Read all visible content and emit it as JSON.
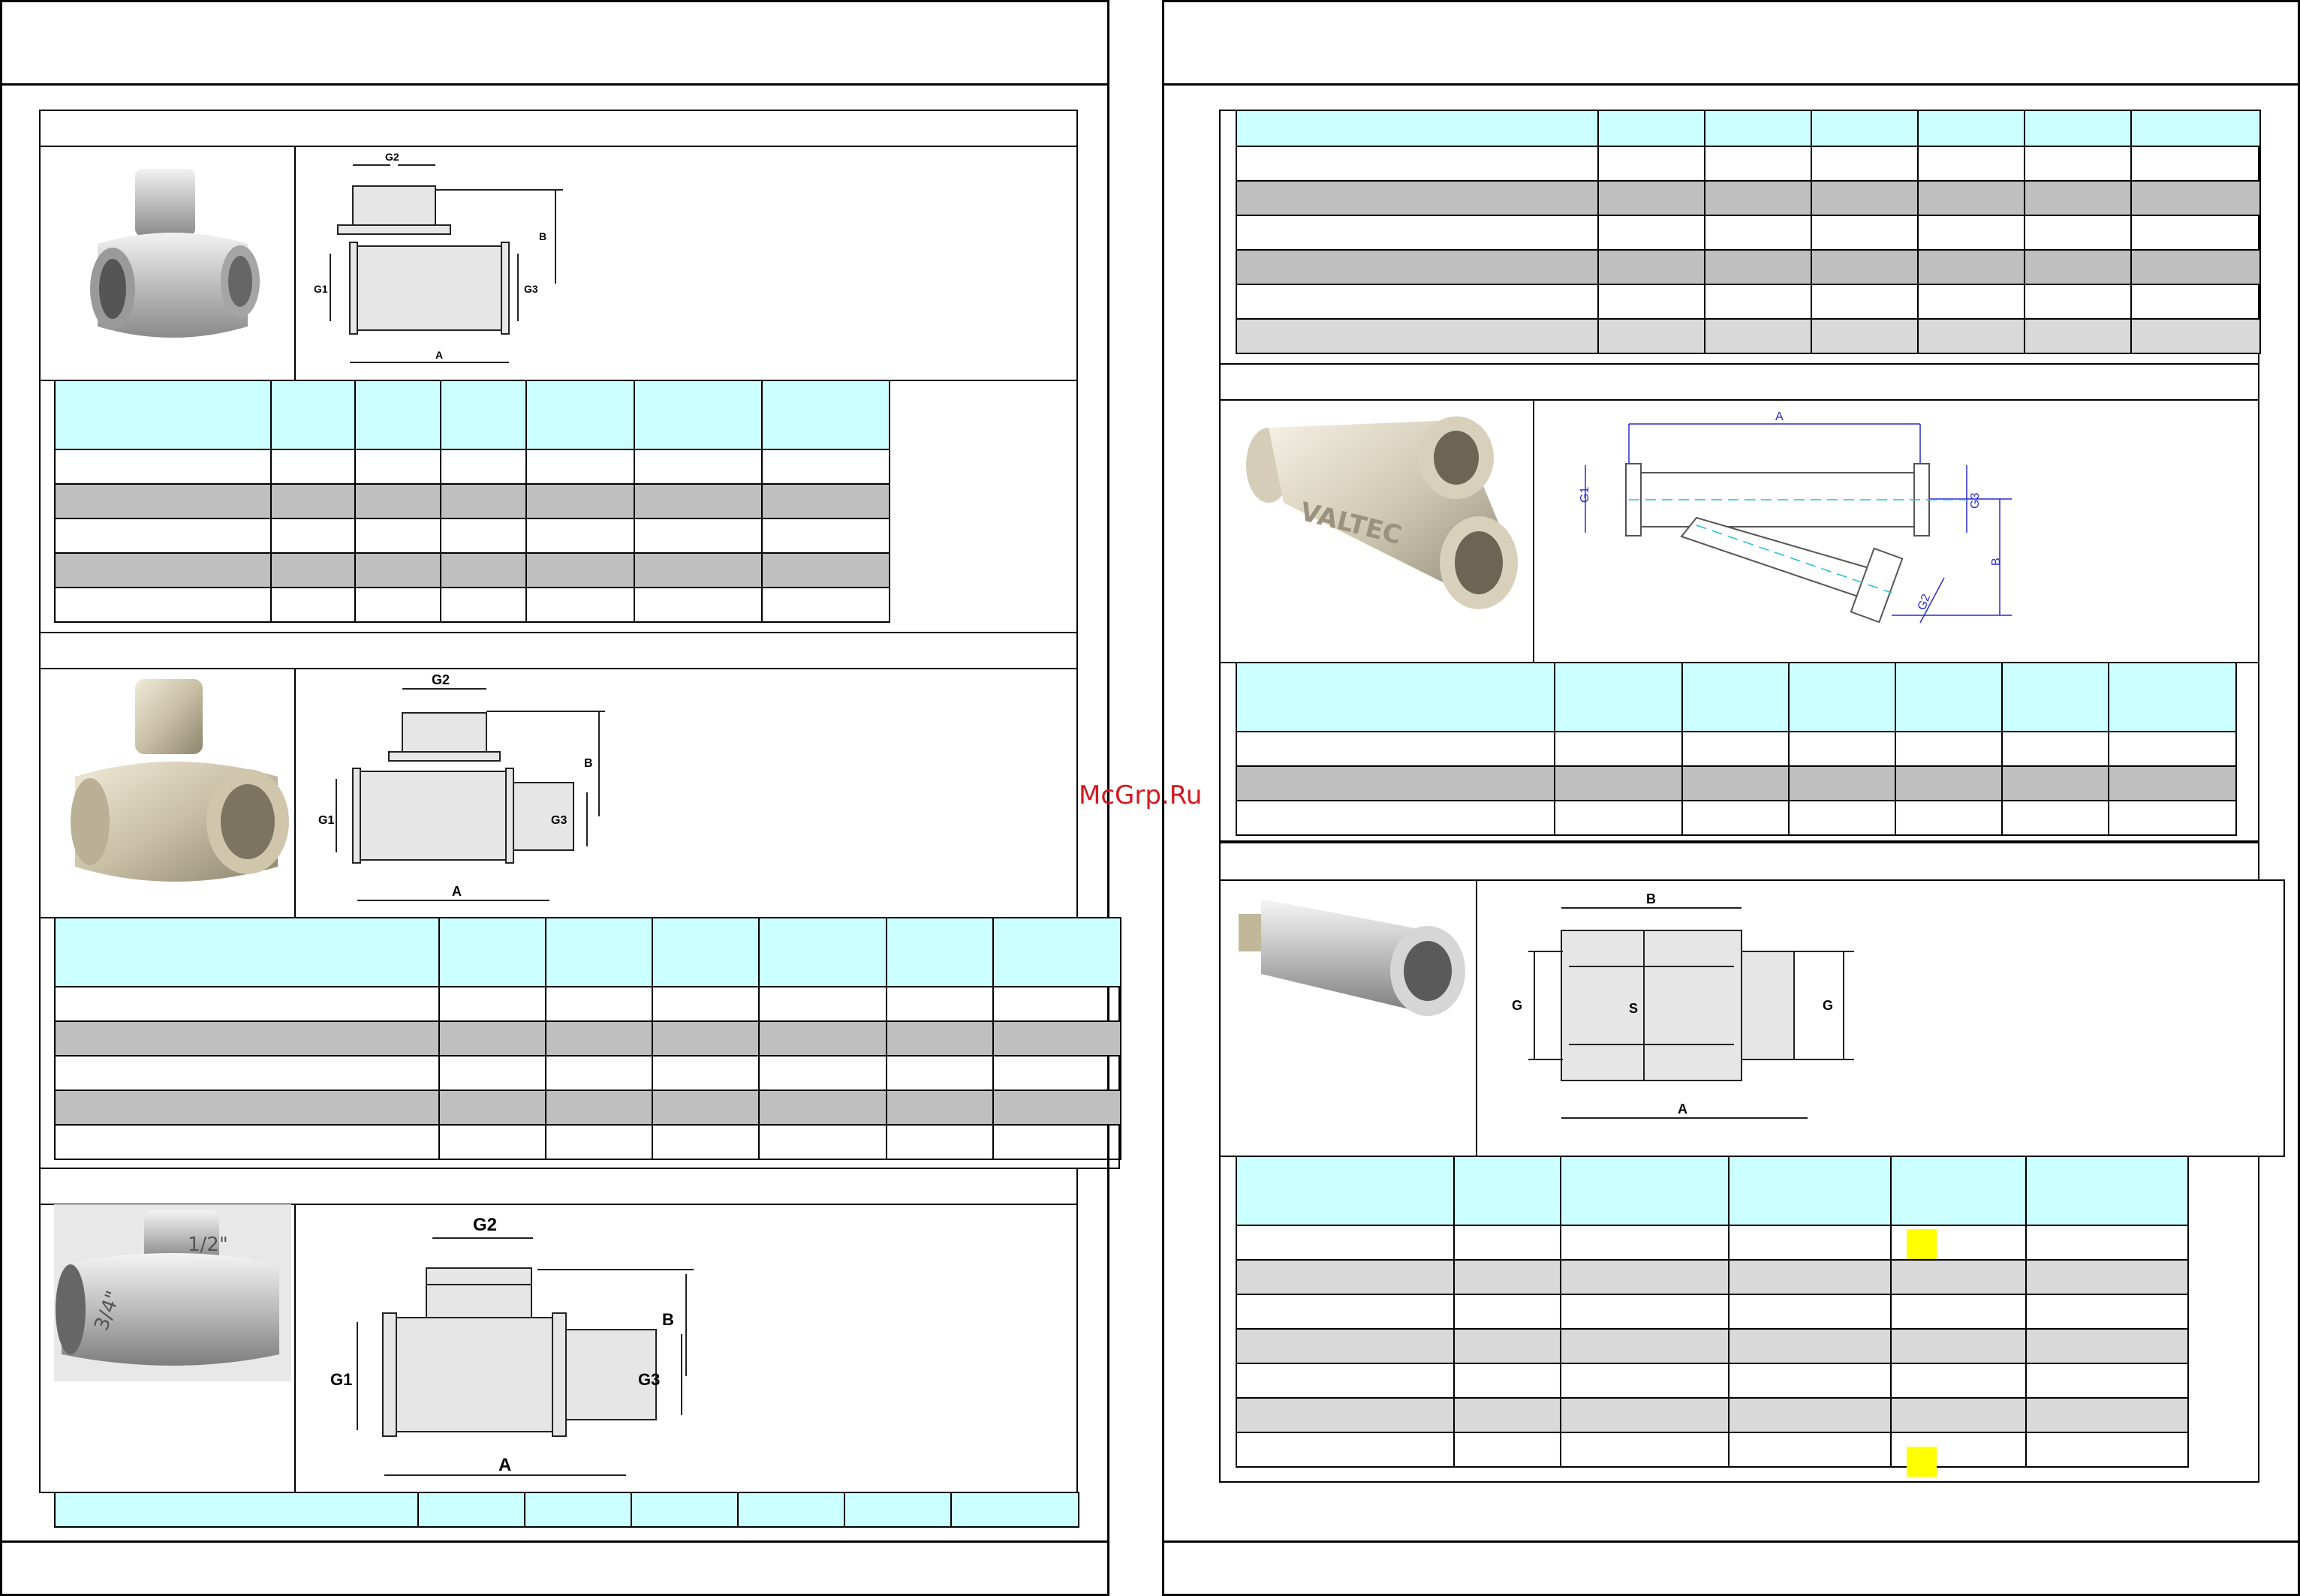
{
  "watermark": "McGrp.Ru",
  "diagram_labels": {
    "tee1": {
      "g1": "G1",
      "g2": "G2",
      "g3": "G3",
      "a": "A",
      "b": "B"
    },
    "tee2": {
      "g1": "G1",
      "g2": "G2",
      "g3": "G3",
      "a": "A",
      "b": "B"
    },
    "tee3": {
      "g1": "G1",
      "g2": "G2",
      "g3": "G3",
      "a": "A",
      "b": "B"
    },
    "ytee": {
      "g1": "G1",
      "g2": "G2",
      "g3": "G3",
      "a": "A",
      "b": "B"
    },
    "ext": {
      "g_left": "G",
      "g_right": "G",
      "s": "S",
      "a": "A",
      "b": "B"
    }
  },
  "product_marks": {
    "ytee_brand": "VALTEC",
    "tee3_size_top": "1/2\"",
    "tee3_size_side": "3/4\""
  },
  "colors": {
    "header_cell": "#ccffff",
    "shaded_row": "#bfbfbf",
    "light_row": "#d9d9d9",
    "highlight": "#ffff00",
    "watermark": "#d4181f"
  }
}
